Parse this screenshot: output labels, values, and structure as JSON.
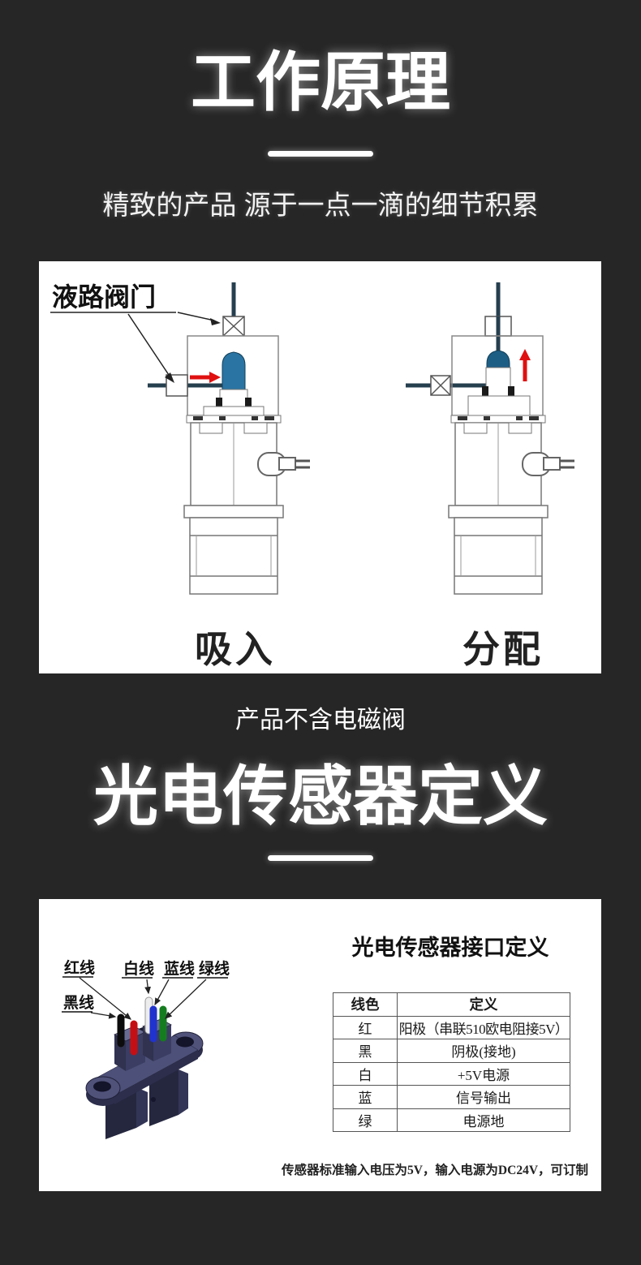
{
  "page": {
    "background": "#262626",
    "panel_background": "#ffffff"
  },
  "section1": {
    "title": "工作原理",
    "subtitle": "精致的产品 源于一点一滴的细节积累",
    "diagram": {
      "valve_label": "液路阀门",
      "left_caption": "吸入",
      "right_caption": "分配",
      "arrow_color": "#e01010",
      "pipe_color": "#2a4656",
      "plunger_color": "#2a74a3"
    },
    "note": "产品不含电磁阀"
  },
  "section2": {
    "title": "光电传感器定义",
    "panel": {
      "heading": "光电传感器接口定义",
      "wire_labels": {
        "red": "红线",
        "white": "白线",
        "blue": "蓝线",
        "green": "绿线",
        "black": "黑线"
      },
      "wire_colors": {
        "red": "#c41014",
        "white": "#f2f2f2",
        "blue": "#2033cc",
        "green": "#157d1f",
        "black": "#0c0c0c"
      },
      "table": {
        "headers": [
          "线色",
          "定义"
        ],
        "rows": [
          [
            "红",
            "阳极（串联510欧电阻接5V）"
          ],
          [
            "黑",
            "阴极(接地)"
          ],
          [
            "白",
            "+5V电源"
          ],
          [
            "蓝",
            "信号输出"
          ],
          [
            "绿",
            "电源地"
          ]
        ]
      },
      "footnote": "传感器标准输入电压为5V，输入电源为DC24V，可订制"
    }
  }
}
